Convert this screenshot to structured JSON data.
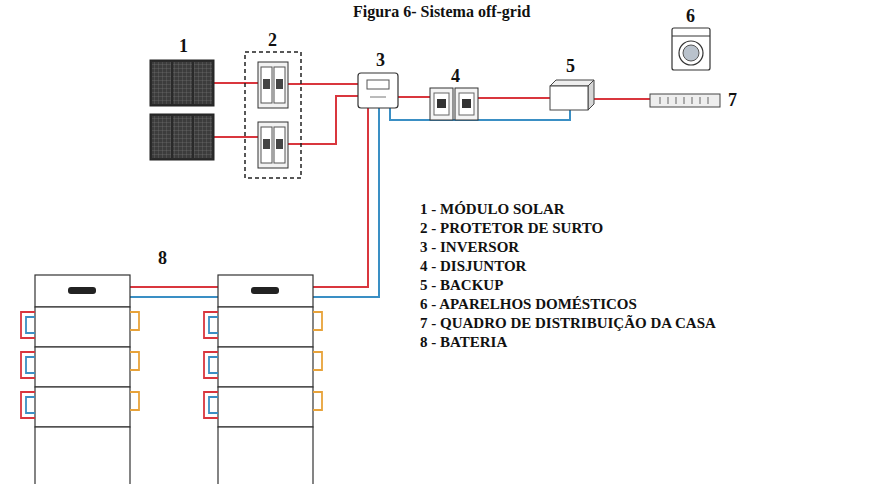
{
  "diagram": {
    "title": "Figura 6- Sistema off-grid",
    "labels": [
      "1",
      "2",
      "3",
      "4",
      "5",
      "6",
      "7",
      "8",
      "1 - MÓDULO SOLAR",
      "2 - PROTETOR DE SURTO",
      "3 - INVERSOR",
      "4 - DISJUNTOR",
      "5 - BACKUP",
      "6 - APARELHOS DOMÉSTICOS",
      "7 - QUADRO DE DISTRIBUIÇÃO DA CASA",
      "8 - BATERIA"
    ]
  }
}
